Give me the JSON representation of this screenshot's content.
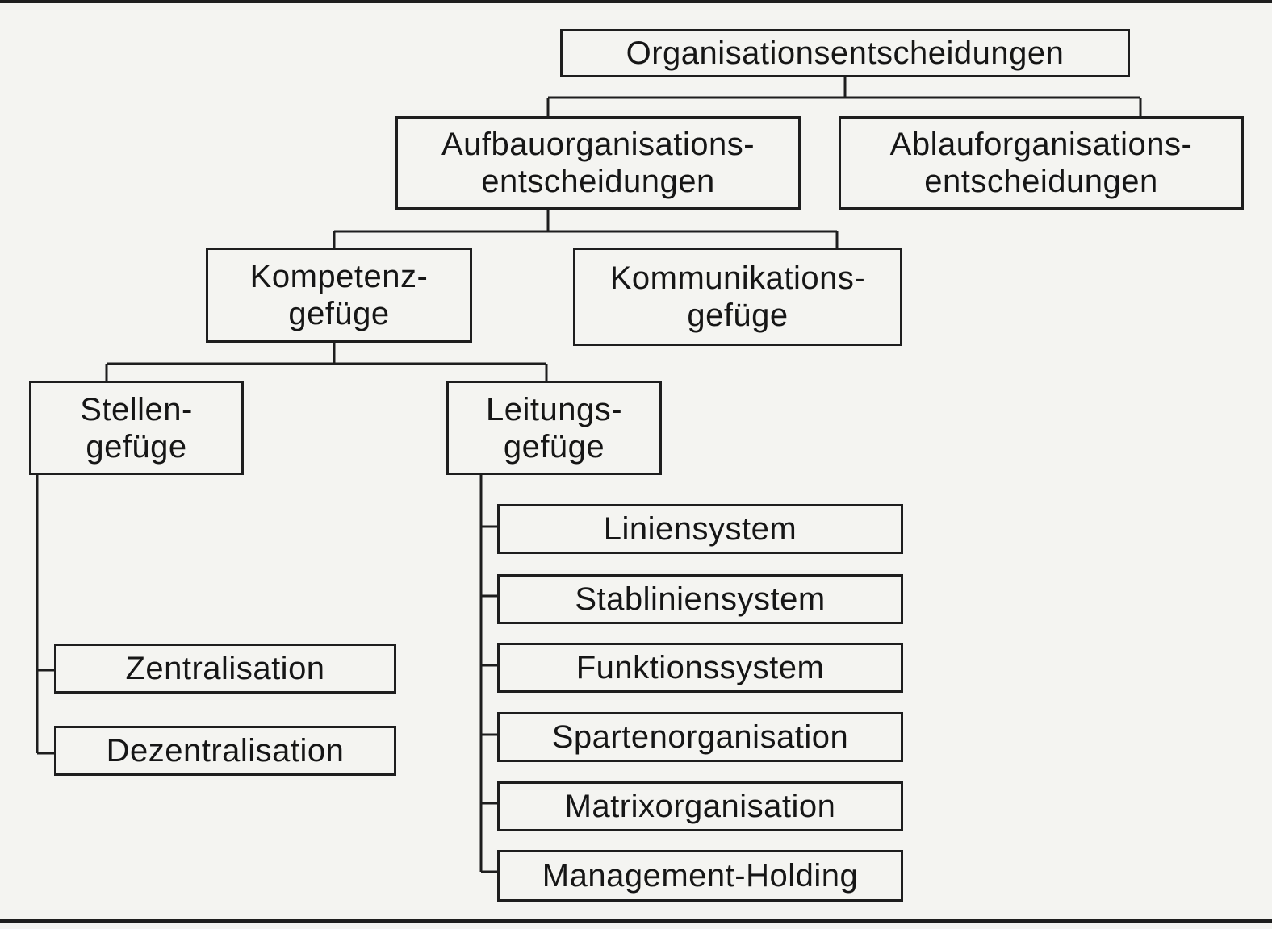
{
  "root": "Organisationsentscheidungen",
  "level1": {
    "aufbau": [
      "Aufbauorganisations-",
      "entscheidungen"
    ],
    "ablauf": [
      "Ablauforganisations-",
      "entscheidungen"
    ]
  },
  "level2": {
    "kompetenz": [
      "Kompetenz-",
      "gefüge"
    ],
    "kommunikation": [
      "Kommunikations-",
      "gefüge"
    ]
  },
  "level3": {
    "stellen": [
      "Stellen-",
      "gefüge"
    ],
    "leitung": [
      "Leitungs-",
      "gefüge"
    ]
  },
  "stellen_items": [
    "Zentralisation",
    "Dezentralisation"
  ],
  "leitung_items": [
    "Liniensystem",
    "Stabliniensystem",
    "Funktionssystem",
    "Spartenorganisation",
    "Matrixorganisation",
    "Management-Holding"
  ]
}
